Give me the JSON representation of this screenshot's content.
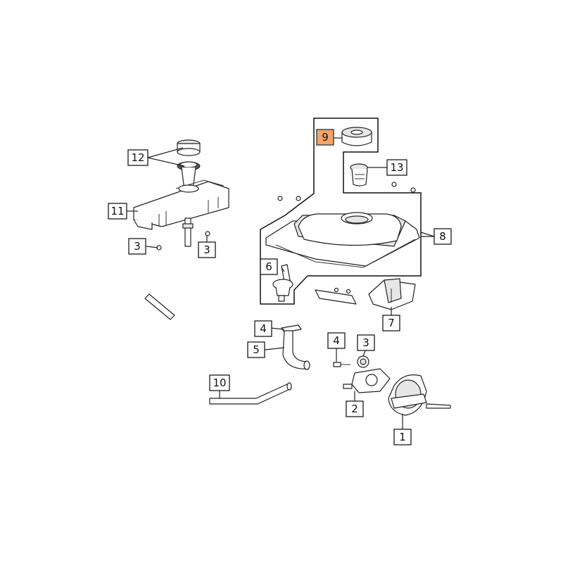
{
  "callouts": [
    {
      "id": "c1",
      "label": "1"
    },
    {
      "id": "c2",
      "label": "2"
    },
    {
      "id": "c3a",
      "label": "3"
    },
    {
      "id": "c3b",
      "label": "3"
    },
    {
      "id": "c3c",
      "label": "3"
    },
    {
      "id": "c4a",
      "label": "4"
    },
    {
      "id": "c4b",
      "label": "4"
    },
    {
      "id": "c5",
      "label": "5"
    },
    {
      "id": "c6",
      "label": "6"
    },
    {
      "id": "c7",
      "label": "7"
    },
    {
      "id": "c8",
      "label": "8"
    },
    {
      "id": "c9",
      "label": "9"
    },
    {
      "id": "c10",
      "label": "10"
    },
    {
      "id": "c11",
      "label": "11"
    },
    {
      "id": "c12",
      "label": "12"
    },
    {
      "id": "c13",
      "label": "13"
    }
  ],
  "highlight_color": "#f4a46a",
  "highlighted_label": "9"
}
